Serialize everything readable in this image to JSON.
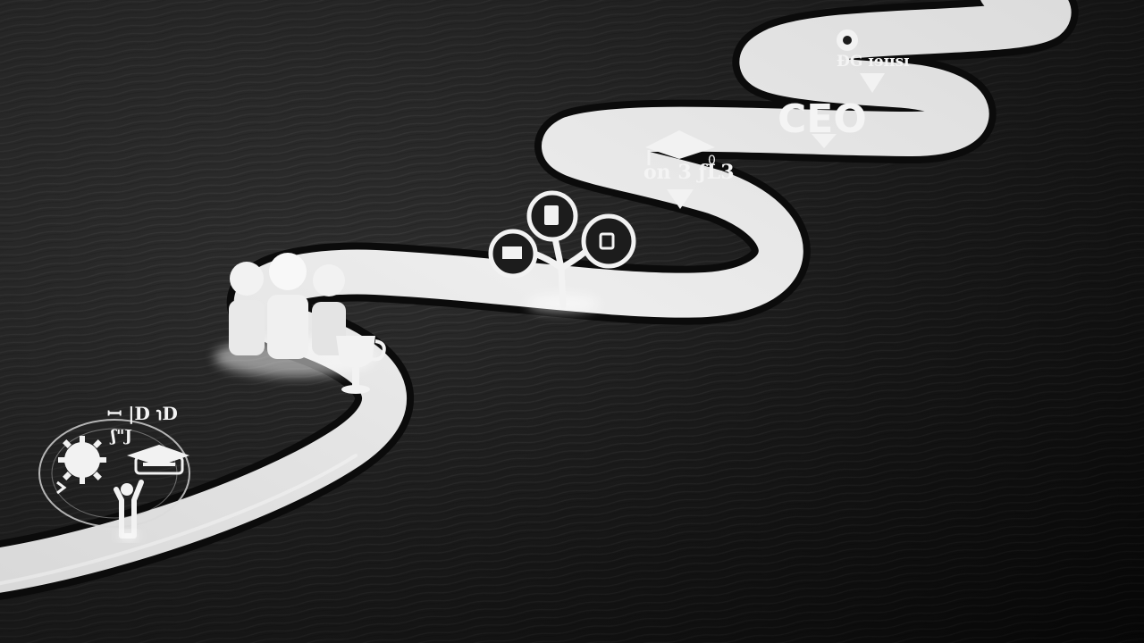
{
  "scene": {
    "milestones": {
      "start_marks": "ꟷ |D ℩D",
      "start_sub": "ʃ\"J",
      "education_text": "on 3 ƒL3",
      "education_small": "0",
      "executive_text": "ÐG ɪɘɪɪsɪ",
      "ceo_text": "CEO"
    },
    "colors": {
      "background": "#1c1c1c",
      "road": "#e8e8e8",
      "road_edge": "#0b0b0b",
      "icons": "#f2f2f2"
    },
    "icons": [
      "graduation-cap-icon",
      "gear-icon",
      "person-icon",
      "team-icon",
      "trophy-icon",
      "network-tree-icon",
      "education-cap-icon",
      "location-pin-icon",
      "target-icon"
    ]
  }
}
